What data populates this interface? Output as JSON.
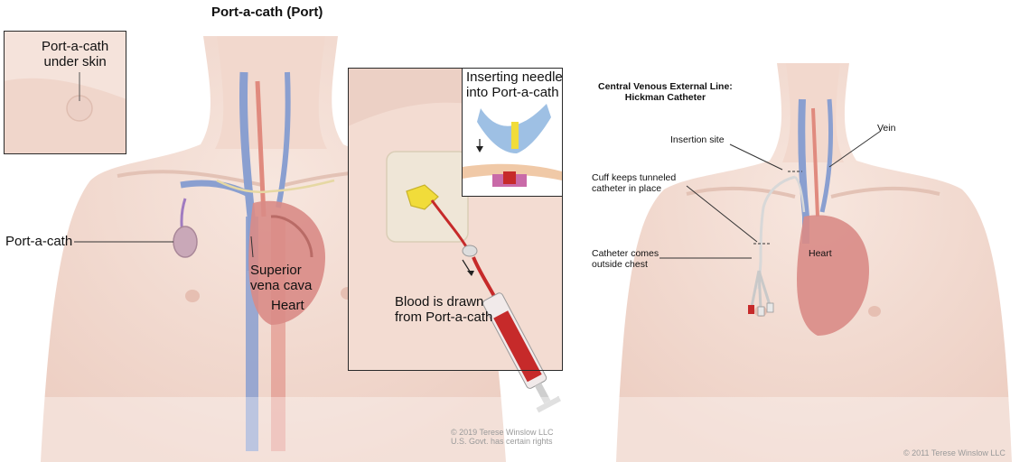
{
  "left_panel": {
    "title": "Port-a-cath (Port)",
    "inset_skin_label": "Port-a-cath\nunder skin",
    "port_label": "Port-a-cath",
    "vena_cava_label": "Superior\nvena cava",
    "heart_label": "Heart",
    "needle_inset_label": "Inserting needle\ninto Port-a-cath",
    "blood_label": "Blood is drawn\nfrom Port-a-cath",
    "copyright": "© 2019 Terese Winslow LLC\nU.S. Govt. has certain rights"
  },
  "right_panel": {
    "title": "Central Venous External Line:\nHickman Catheter",
    "insertion_site_label": "Insertion site",
    "vein_label": "Vein",
    "cuff_label": "Cuff keeps tunneled\ncatheter in place",
    "catheter_label": "Catheter comes\noutside chest",
    "heart_label": "Heart",
    "copyright": "© 2011 Terese Winslow LLC"
  },
  "colors": {
    "skin": "#f4ddd3",
    "skin_shadow": "#e8c5b8",
    "vein_blue": "#8a9fd0",
    "heart_red": "#d98b86",
    "artery": "#e08a7e",
    "port_yellow": "#f1dc3a",
    "needle_blue": "#9ec0e4",
    "blood": "#c62a2a"
  }
}
